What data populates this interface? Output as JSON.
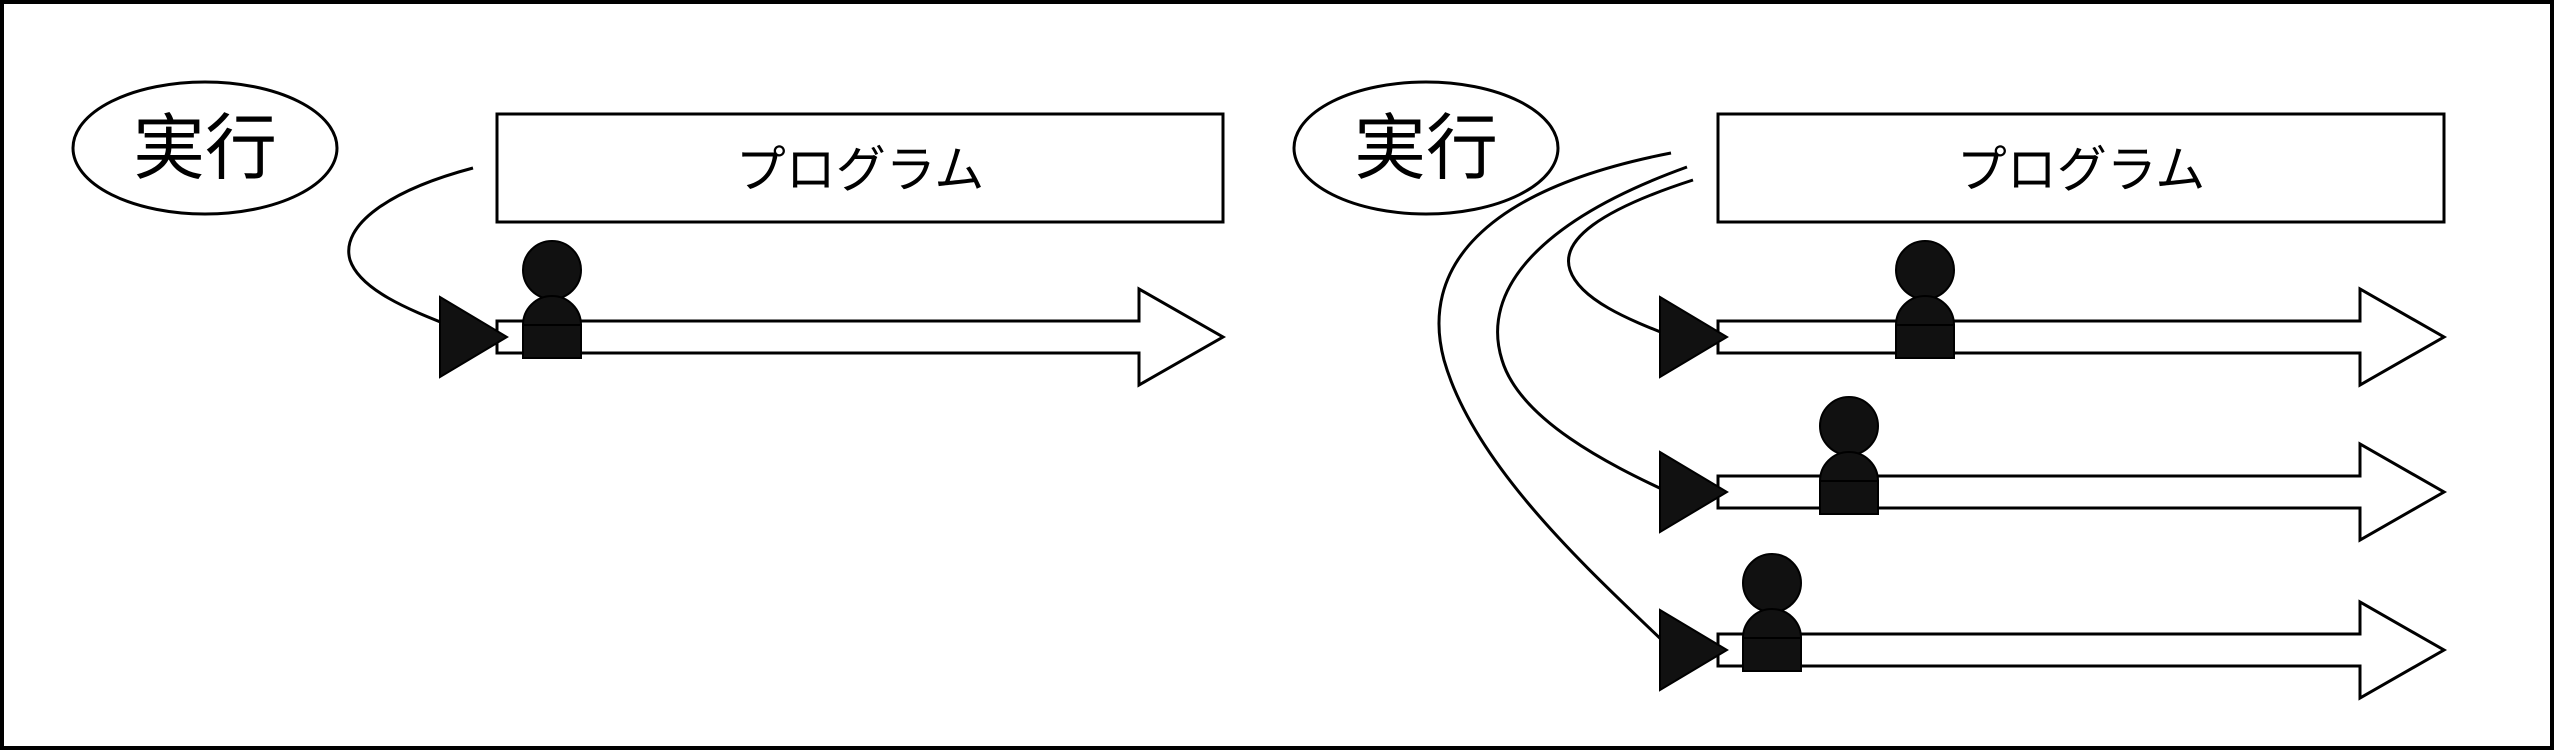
{
  "panels": [
    {
      "oval_label": "実行",
      "box_label": "プログラム",
      "threads": 1
    },
    {
      "oval_label": "実行",
      "box_label": "プログラム",
      "threads": 3
    }
  ],
  "colors": {
    "stroke": "#000000",
    "fill_dark": "#111111",
    "background": "#ffffff"
  }
}
